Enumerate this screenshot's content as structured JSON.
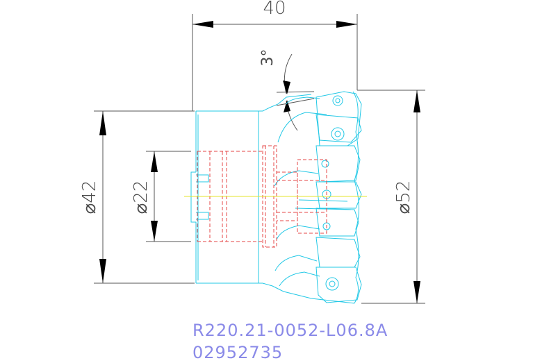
{
  "dimensions": {
    "length": "40",
    "angle": "3°",
    "shank_diameter": "⌀42",
    "bore_diameter": "⌀22",
    "cutting_diameter": "⌀52"
  },
  "part": {
    "designation": "R220.21-0052-L06.8A",
    "number": "02952735"
  },
  "colors": {
    "dimension_lines": "#555555",
    "outline": "#22c8e6",
    "hidden_bore": "#e64646",
    "centerline": "#e6e62a",
    "part_text": "#8a8ae8"
  }
}
